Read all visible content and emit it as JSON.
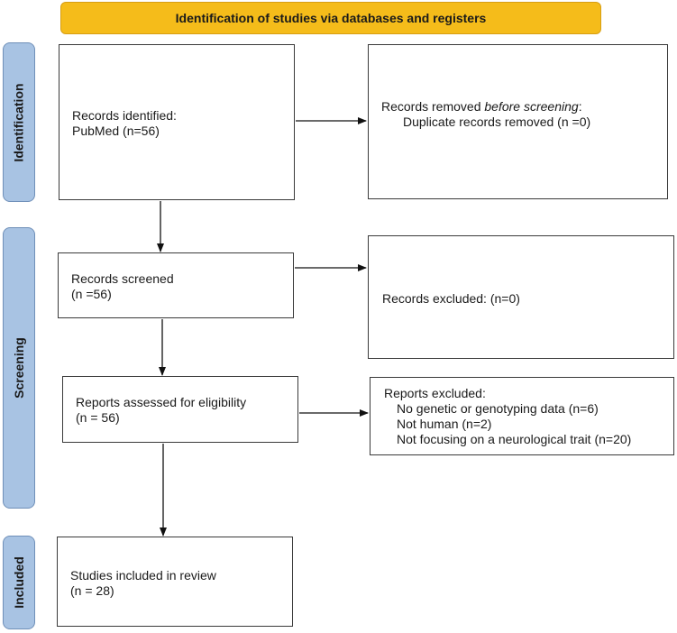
{
  "header": {
    "title": "Identification of studies via databases and registers"
  },
  "stages": {
    "identification": "Identification",
    "screening": "Screening",
    "included": "Included"
  },
  "boxes": {
    "records_identified": {
      "line1": "Records identified:",
      "line2": "PubMed (n=56)"
    },
    "removed_before_screening": {
      "line1_prefix": "Records removed ",
      "line1_emph": "before screening",
      "line1_suffix": ":",
      "line2": "Duplicate records removed (n =0)"
    },
    "records_screened": {
      "line1": "Records screened",
      "line2": "(n =56)"
    },
    "records_excluded": {
      "line1": "Records excluded: (n=0)"
    },
    "reports_assessed": {
      "line1": "Reports assessed for eligibility",
      "line2": "(n = 56)"
    },
    "reports_excluded": {
      "title": "Reports excluded:",
      "reasons": [
        "No genetic or genotyping data (n=6)",
        "Not human (n=2)",
        "Not focusing on a neurological trait (n=20)"
      ]
    },
    "studies_included": {
      "line1": "Studies included in review",
      "line2": "(n = 28)"
    }
  },
  "colors": {
    "header": "#f5bc1a",
    "stage": "#a8c3e3",
    "border": "#3a3a3a"
  }
}
